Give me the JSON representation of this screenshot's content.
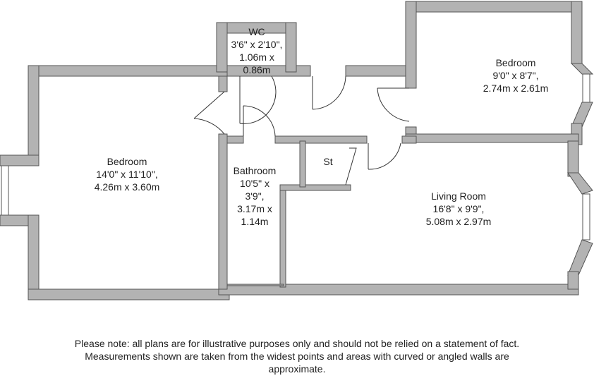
{
  "rooms": [
    {
      "name": "Bedroom",
      "imperial": "14'0\" x 11'10\",",
      "metric": "4.26m x 3.60m"
    },
    {
      "name": "WC",
      "imperial": "3'6\" x 2'10\",",
      "metric": "1.06m x",
      "metric2": "0.86m"
    },
    {
      "name": "Bedroom",
      "imperial": "9'0\" x 8'7\",",
      "metric": "2.74m x 2.61m"
    },
    {
      "name": "Bathroom",
      "imperial": "10'5\" x",
      "imperial2": "3'9\",",
      "metric": "3.17m x",
      "metric2": "1.14m"
    },
    {
      "name": "St"
    },
    {
      "name": "Living Room",
      "imperial": "16'8\" x 9'9\",",
      "metric": "5.08m x 2.97m"
    }
  ],
  "note": [
    "Please note: all plans are for illustrative purposes only and should not be relied on a statement of fact.",
    "Measurements shown are taken from the widest points and areas with curved or angled walls are",
    "approximate."
  ],
  "colors": {
    "wall": "#b3b3b3",
    "outline": "#555555"
  }
}
